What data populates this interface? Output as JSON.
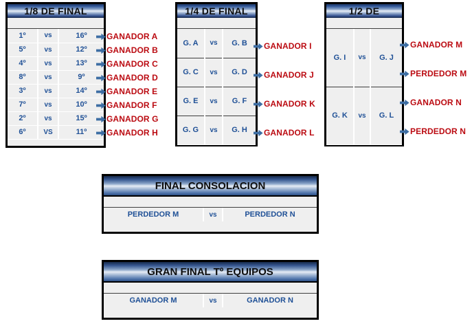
{
  "rounds": [
    {
      "id": "round-of-16",
      "title": "1/8 DE FINAL",
      "vs_label": "vs",
      "matches": [
        {
          "home": "1º",
          "vs": "vs",
          "away": "16º",
          "outcome": "GANADOR A"
        },
        {
          "home": "5º",
          "vs": "vs",
          "away": "12º",
          "outcome": "GANADOR B"
        },
        {
          "home": "4º",
          "vs": "vs",
          "away": "13º",
          "outcome": "GANADOR C"
        },
        {
          "home": "8º",
          "vs": "vs",
          "away": "9º",
          "outcome": "GANADOR D"
        },
        {
          "home": "3º",
          "vs": "vs",
          "away": "14º",
          "outcome": "GANADOR E"
        },
        {
          "home": "7º",
          "vs": "vs",
          "away": "10º",
          "outcome": "GANADOR F"
        },
        {
          "home": "2º",
          "vs": "vs",
          "away": "15º",
          "outcome": "GANADOR G"
        },
        {
          "home": "6º",
          "vs": "VS",
          "away": "11º",
          "outcome": "GANADOR H"
        }
      ]
    },
    {
      "id": "quarter-finals",
      "title": "1/4 DE FINAL",
      "vs_label": "vs",
      "matches": [
        {
          "home": "G. A",
          "vs": "vs",
          "away": "G. B",
          "outcome": "GANADOR I"
        },
        {
          "home": "G. C",
          "vs": "vs",
          "away": "G. D",
          "outcome": "GANADOR J"
        },
        {
          "home": "G. E",
          "vs": "vs",
          "away": "G. F",
          "outcome": "GANADOR K"
        },
        {
          "home": "G. G",
          "vs": "vs",
          "away": "G. H",
          "outcome": "GANADOR L"
        }
      ]
    },
    {
      "id": "semi-finals",
      "title": "1/2 DE",
      "vs_label": "vs",
      "matches": [
        {
          "home": "G. I",
          "vs": "vs",
          "away": "G. J",
          "winner": "GANADOR M",
          "loser": "PERDEDOR M"
        },
        {
          "home": "G. K",
          "vs": "vs",
          "away": "G. L",
          "winner": "GANADOR N",
          "loser": "PERDEDOR N"
        }
      ]
    }
  ],
  "finals": [
    {
      "id": "final-consolacion",
      "title": "FINAL CONSOLACION",
      "home": "PERDEDOR M",
      "vs": "vs",
      "away": "PERDEDOR N"
    },
    {
      "id": "gran-final",
      "title": "GRAN FINAL Tº EQUIPOS",
      "home": "GANADOR M",
      "vs": "vs",
      "away": "GANADOR N"
    }
  ],
  "colors": {
    "outcome_red": "#bb0b12",
    "team_blue": "#1f5096",
    "arrow_blue": "#3d6ea4",
    "cell_bg": "#efefef",
    "border_black": "#000000"
  },
  "icons": {
    "arrow": "arrow-right-icon"
  }
}
